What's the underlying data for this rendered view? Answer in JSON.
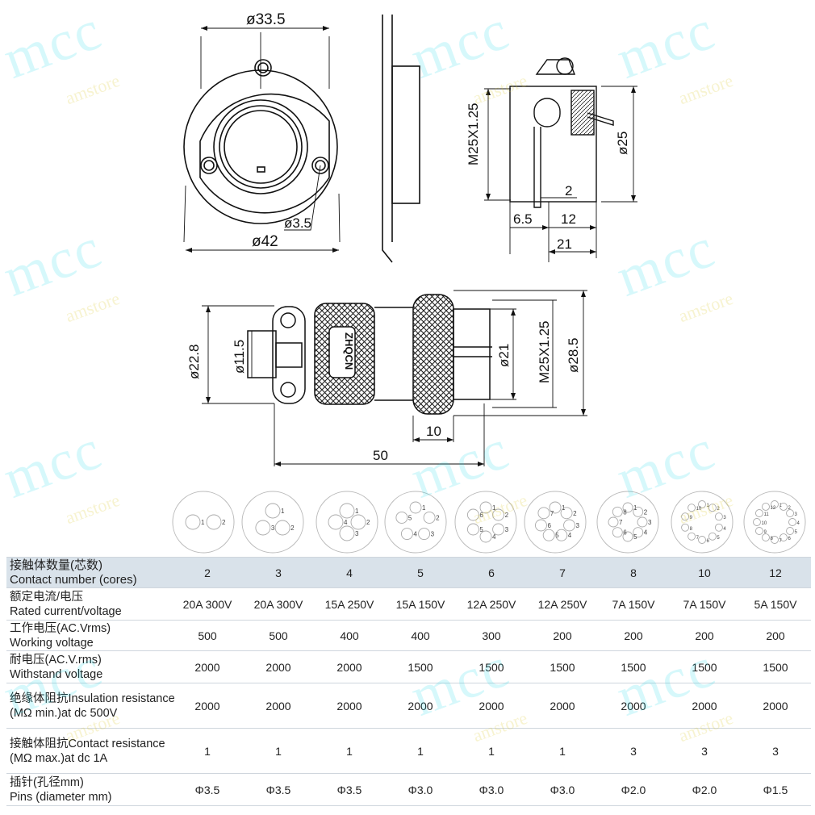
{
  "dimensions": {
    "front_flange_width": "ø33.5",
    "front_flange_outer": "ø42",
    "mount_hole": "ø3.5",
    "side_thread": "M25X1.25",
    "side_diameter": "ø25",
    "side_pin": "2",
    "side_a": "6.5",
    "side_b": "12",
    "side_total": "21",
    "plug_outer": "ø22.8",
    "plug_cable": "ø11.5",
    "plug_inner": "ø21",
    "plug_thread": "M25X1.25",
    "plug_nut": "ø28.5",
    "plug_nut_len": "10",
    "plug_length": "50",
    "brand": "ZHQCN"
  },
  "watermark": {
    "main": "mcc",
    "sub": "amstore"
  },
  "pin_layouts": [
    {
      "cores": 2,
      "pins": [
        "1",
        "2"
      ]
    },
    {
      "cores": 3,
      "pins": [
        "1",
        "2",
        "3"
      ]
    },
    {
      "cores": 4,
      "pins": [
        "1",
        "2",
        "3",
        "4"
      ]
    },
    {
      "cores": 5,
      "pins": [
        "1",
        "2",
        "3",
        "4",
        "5"
      ]
    },
    {
      "cores": 6,
      "pins": [
        "1",
        "2",
        "3",
        "4",
        "5",
        "6"
      ]
    },
    {
      "cores": 7,
      "pins": [
        "1",
        "2",
        "3",
        "4",
        "5",
        "6",
        "7"
      ]
    },
    {
      "cores": 8,
      "pins": [
        "1",
        "2",
        "3",
        "4",
        "5",
        "6",
        "7",
        "8"
      ]
    },
    {
      "cores": 10,
      "pins": [
        "1",
        "2",
        "3",
        "4",
        "5",
        "6",
        "7",
        "8",
        "9",
        "10"
      ]
    },
    {
      "cores": 12,
      "pins": [
        "1",
        "2",
        "3",
        "4",
        "5",
        "6",
        "7",
        "8",
        "9",
        "10",
        "11",
        "12"
      ]
    }
  ],
  "table": {
    "rows": [
      {
        "label_cn": "接触体数量(芯数)",
        "label_en": "Contact number (cores)",
        "values": [
          "2",
          "3",
          "4",
          "5",
          "6",
          "7",
          "8",
          "10",
          "12"
        ]
      },
      {
        "label_cn": "额定电流/电压",
        "label_en": "Rated current/voltage",
        "values": [
          "20A 300V",
          "20A 300V",
          "15A 250V",
          "15A 150V",
          "12A 250V",
          "12A 250V",
          "7A 150V",
          "7A 150V",
          "5A 150V"
        ]
      },
      {
        "label_cn": "工作电压(AC.Vrms)",
        "label_en": "Working voltage",
        "values": [
          "500",
          "500",
          "400",
          "400",
          "300",
          "200",
          "200",
          "200",
          "200"
        ]
      },
      {
        "label_cn": "耐电压(AC.V.rms)",
        "label_en": "Withstand voltage",
        "values": [
          "2000",
          "2000",
          "2000",
          "1500",
          "1500",
          "1500",
          "1500",
          "1500",
          "1500"
        ]
      },
      {
        "label_cn": "绝缘体阻抗Insulation resistance",
        "label_en": "(MΩ min.)at dc 500V",
        "values": [
          "2000",
          "2000",
          "2000",
          "2000",
          "2000",
          "2000",
          "2000",
          "2000",
          "2000"
        ]
      },
      {
        "label_cn": "接触体阻抗Contact resistance",
        "label_en": "(MΩ max.)at dc 1A",
        "values": [
          "1",
          "1",
          "1",
          "1",
          "1",
          "1",
          "3",
          "3",
          "3"
        ]
      },
      {
        "label_cn": "插针(孔径mm)",
        "label_en": "Pins (diameter mm)",
        "values": [
          "Φ3.5",
          "Φ3.5",
          "Φ3.5",
          "Φ3.0",
          "Φ3.0",
          "Φ3.0",
          "Φ2.0",
          "Φ2.0",
          "Φ1.5"
        ]
      }
    ]
  }
}
